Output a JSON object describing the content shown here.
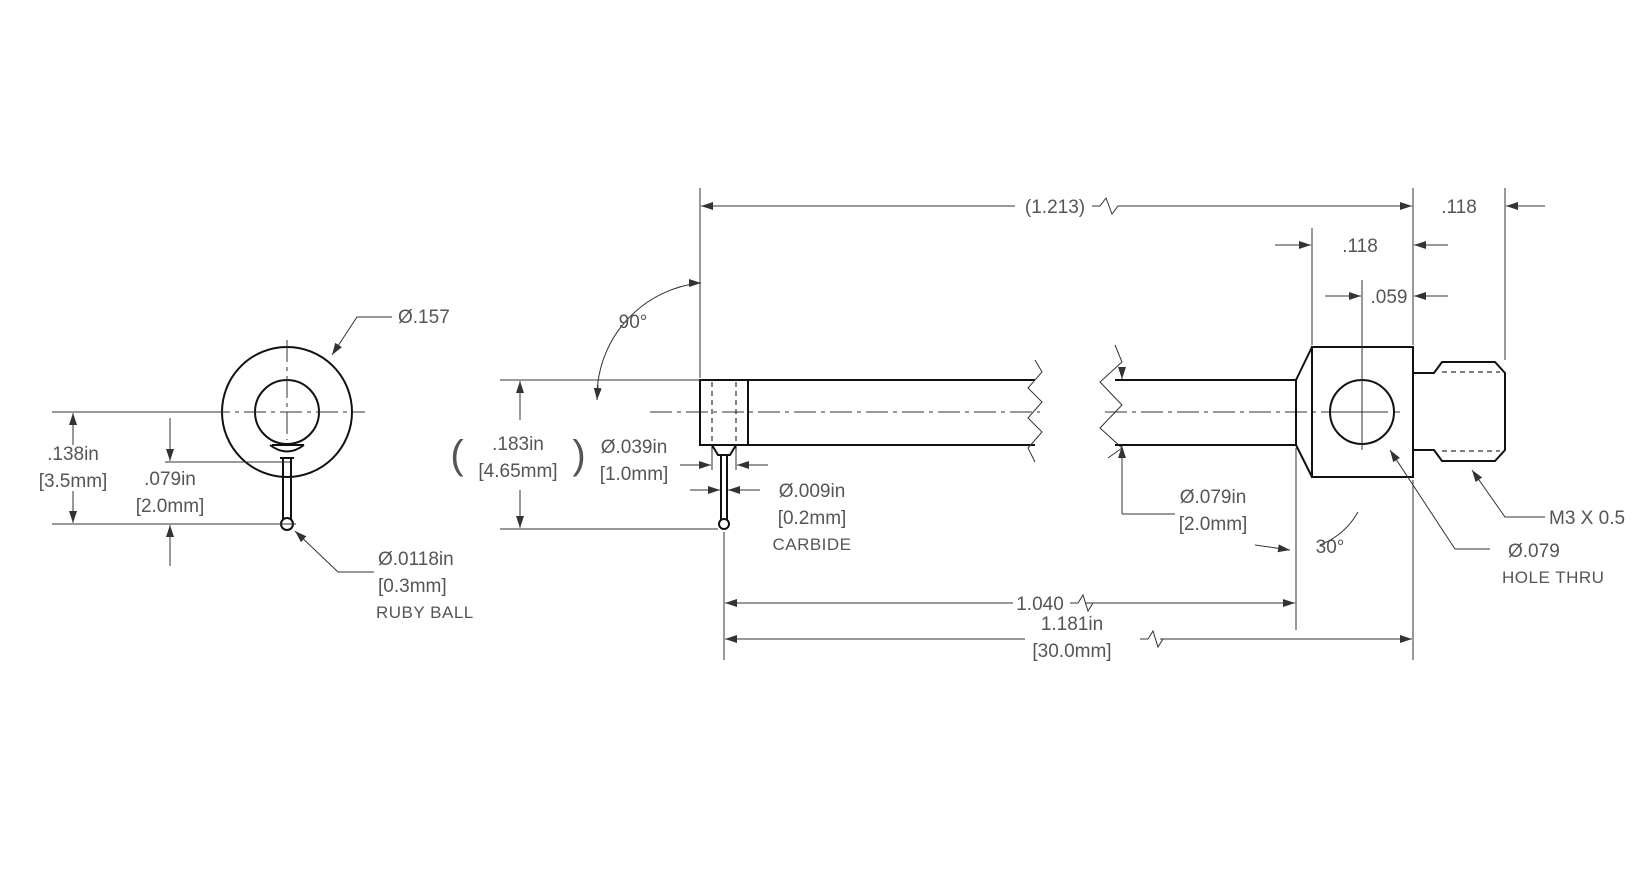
{
  "drawing": {
    "end_view": {
      "dia_outer": "Ø.157",
      "height_in": ".138in",
      "height_mm": "[3.5mm]",
      "offset_in": ".079in",
      "offset_mm": "[2.0mm]",
      "ball_dia": "Ø.0118in",
      "ball_mm": "[0.3mm]",
      "ball_note": "RUBY BALL"
    },
    "side_view": {
      "overall_ref": "(1.213)",
      "thread_len": ".118",
      "head_len": ".118",
      "hole_pos": ".059",
      "angle_90": "90°",
      "height_in": ".183in",
      "height_mm": "[4.65mm]",
      "tip_dia_in": "Ø.039in",
      "tip_dia_mm": "[1.0mm]",
      "stem_dia_in": "Ø.009in",
      "stem_dia_mm": "[0.2mm]",
      "stem_note": "CARBIDE",
      "shaft_dia_in": "Ø.079in",
      "shaft_dia_mm": "[2.0mm]",
      "chamfer_angle": "30°",
      "hole_dia": "Ø.079",
      "hole_note": "HOLE THRU",
      "thread_spec": "M3 X 0.5",
      "shaft_len": "1.040",
      "total_len_in": "1.181in",
      "total_len_mm": "[30.0mm]"
    }
  }
}
